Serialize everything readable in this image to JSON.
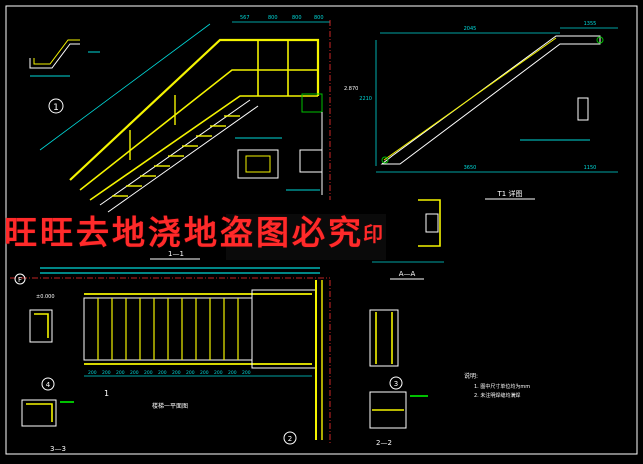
{
  "colors": {
    "background": "#000000",
    "line": "#ffffff",
    "rail": "#f4f400",
    "dim": "#00d8d8",
    "axis": "#ff3030",
    "accent": "#00c000",
    "watermark": "#ff2a2a"
  },
  "watermark": {
    "text": "旺旺去地浇地盗图必究",
    "tail": "印"
  },
  "views": {
    "v11": {
      "label": "1—1"
    },
    "t1": {
      "label": "T1 详图"
    },
    "aa": {
      "label": "A—A"
    },
    "plan": {
      "label": "楼梯一平面图",
      "axis_f": "F",
      "sec1": "1"
    },
    "s33": {
      "label": "3—3"
    },
    "s22": {
      "label": "2—2"
    }
  },
  "dims": {
    "top_run": [
      "567",
      "800",
      "800",
      "800"
    ],
    "t1_top": "2045",
    "t1_right": "1355",
    "t1_bottom": [
      "3650",
      "1150"
    ],
    "t1_left": "2210",
    "plan_bottom": [
      "200",
      "200",
      "200",
      "200",
      "200",
      "200",
      "200",
      "200",
      "200",
      "200",
      "200",
      "200"
    ],
    "elev_a": "±0.000",
    "elev_b": "2.870"
  },
  "callouts": {
    "c1": "1",
    "c2": "2",
    "c3": "3",
    "c4": "4"
  },
  "notes": {
    "title": "说明:",
    "lines": [
      "1. 图中尺寸单位均为mm",
      "2. 未注明焊缝均满焊"
    ]
  }
}
